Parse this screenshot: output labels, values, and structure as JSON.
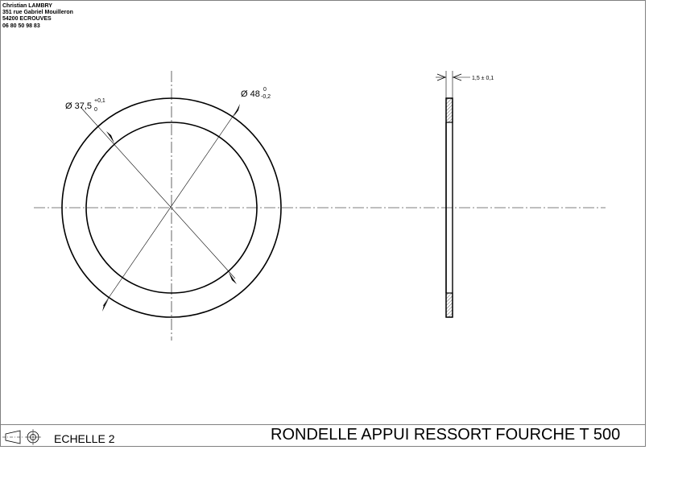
{
  "header": {
    "name": "Christian LAMBRY",
    "street": "351 rue Gabriel Mouilleron",
    "city": "54200 ECROUVES",
    "phone": "06 80 50 98 83"
  },
  "dimensions": {
    "inner_diameter": {
      "prefix": "Ø 37,5",
      "sub": "0",
      "sup": "+0,1"
    },
    "outer_diameter": {
      "prefix": "Ø 48",
      "sup": "0",
      "sub": "-0,2"
    },
    "thickness": "1,5 ± 0,1"
  },
  "title_block": {
    "scale": "ECHELLE 2",
    "title": "RONDELLE APPUI RESSORT FOURCHE T 500"
  },
  "icons": {
    "projection_symbol": "first-angle-projection-icon"
  }
}
